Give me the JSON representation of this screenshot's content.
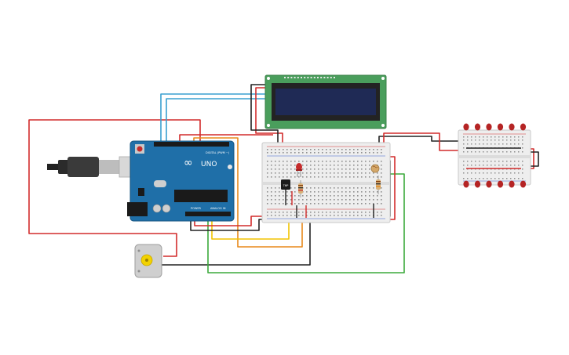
{
  "arduino": {
    "brand": "UNO",
    "digital_label": "DIGITAL (PWM ~)",
    "power_label": "POWER",
    "analog_label": "ANALOG IN"
  },
  "lcd": {
    "screen_color": "#1f2a55",
    "board_color": "#4a9e5c"
  },
  "sensor": {
    "label": "TMP"
  },
  "colors": {
    "red_wire": "#d22c2c",
    "black_wire": "#222222",
    "orange_wire": "#e8891a",
    "yellow_wire": "#f2c400",
    "green_wire": "#3caa3c",
    "blue_wire": "#3aa0d0",
    "arduino_blue": "#1f6fa8"
  }
}
